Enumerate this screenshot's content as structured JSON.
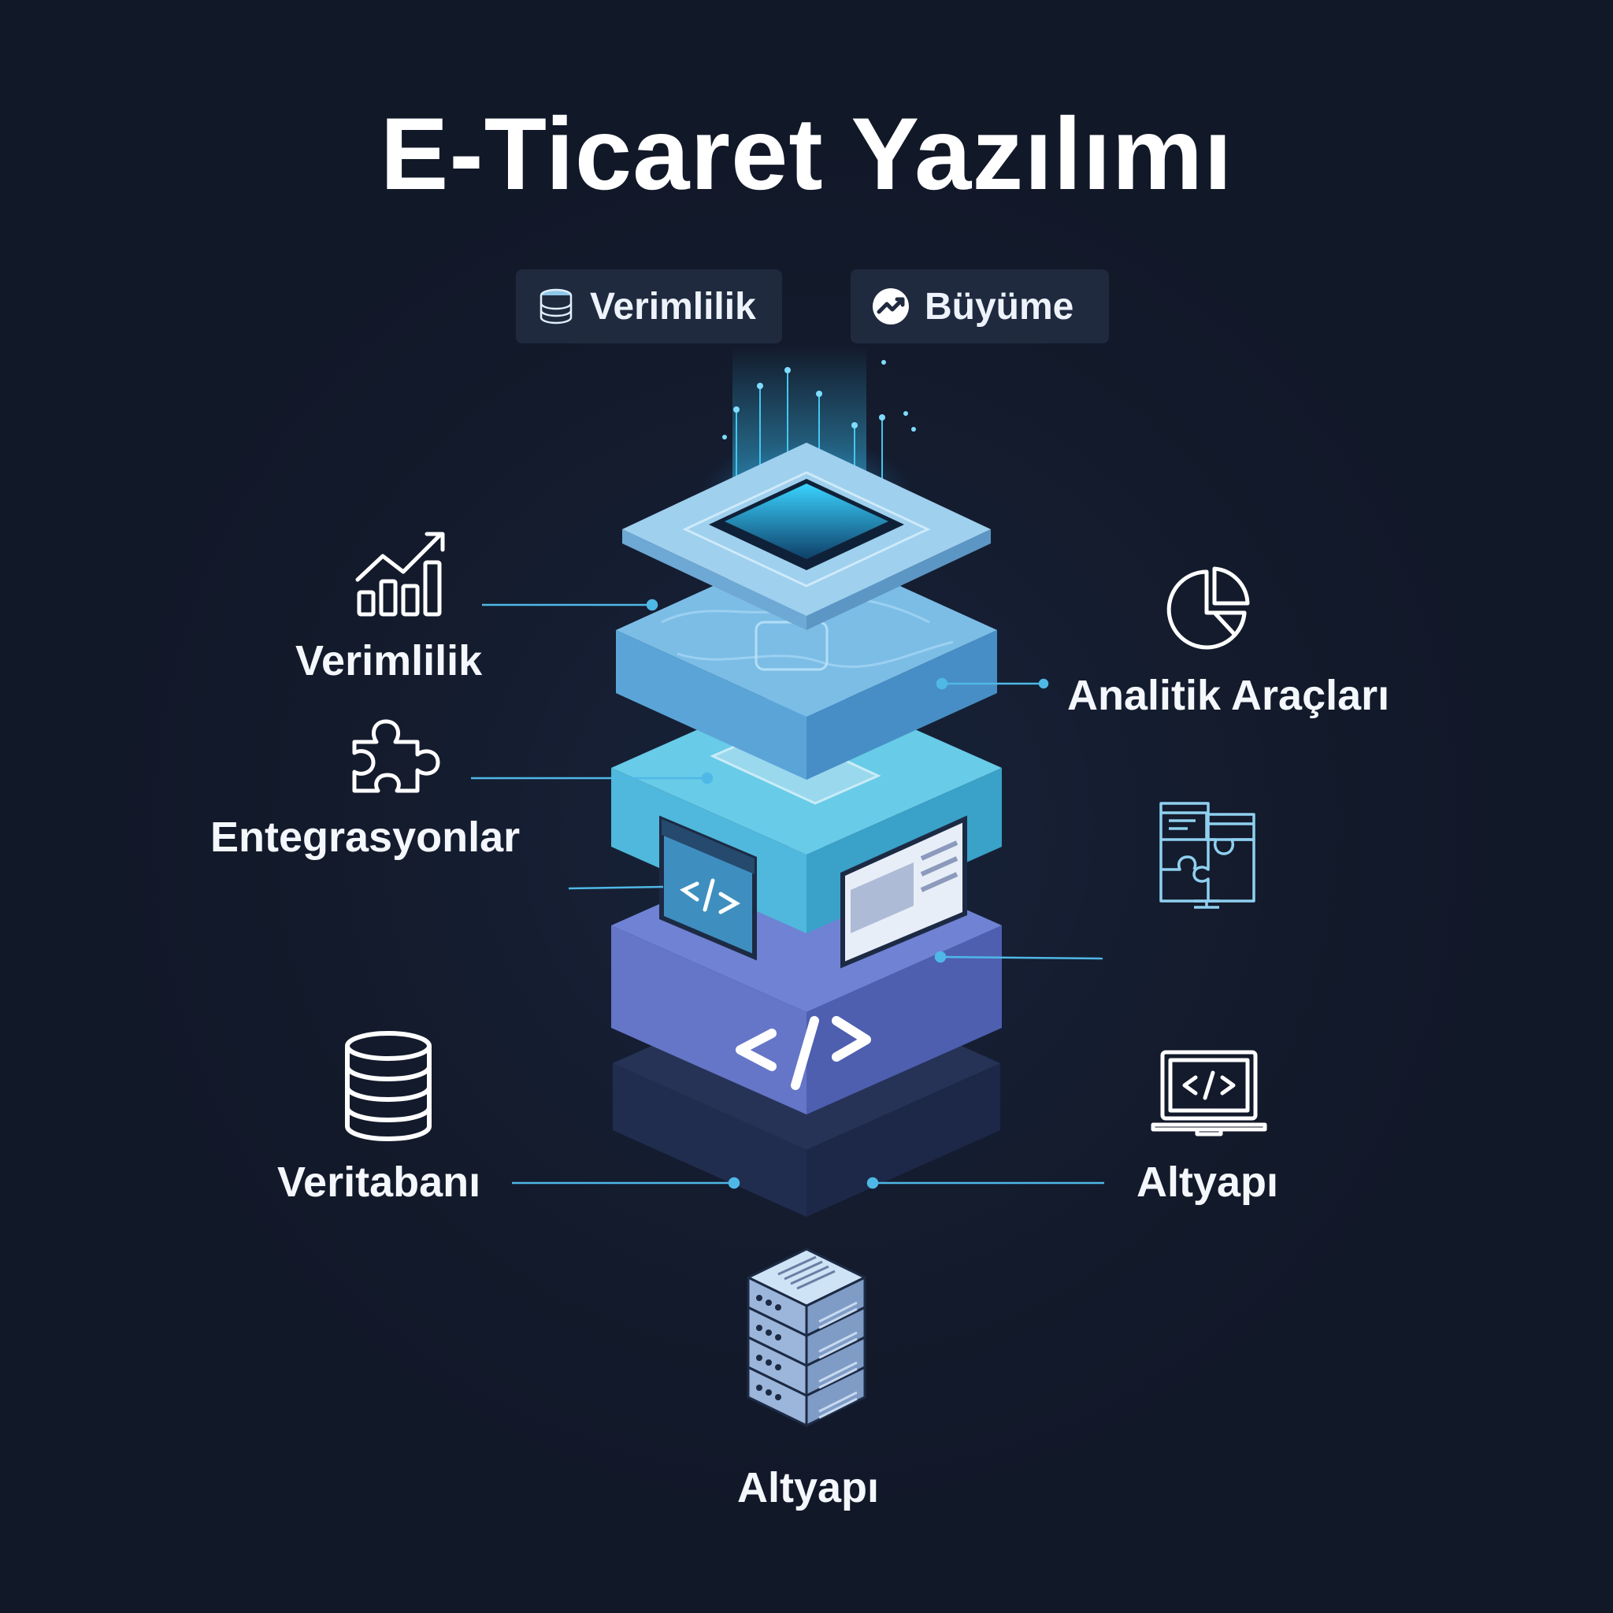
{
  "title": "E-Ticaret Yazılımı",
  "badges": [
    {
      "label": "Verimlilik",
      "icon": "database-icon"
    },
    {
      "label": "Büyüme",
      "icon": "trend-check-icon"
    }
  ],
  "left_labels": {
    "efficiency": "Verimlilik",
    "integrations": "Entegrasyonlar",
    "database": "Veritabanı"
  },
  "right_labels": {
    "analytics": "Analitik Araçları",
    "infrastructure": "Altyapı"
  },
  "bottom_label": "Altyapı",
  "colors": {
    "background": "#141c2e",
    "layer_top": "#8fc6e8",
    "layer_second": "#5aa9dc",
    "layer_third": "#47b3d8",
    "layer_fourth": "#5f72c2",
    "accent_line": "#4fb8e6"
  }
}
